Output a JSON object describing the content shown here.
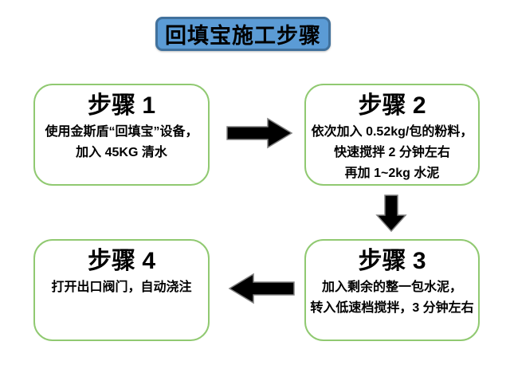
{
  "title": {
    "label": "回填宝施工步骤"
  },
  "steps": [
    {
      "title": "步骤 1",
      "lines": [
        "使用金斯盾“回填宝”设备，",
        "加入 45KG 清水"
      ]
    },
    {
      "title": "步骤 2",
      "lines": [
        "依次加入 0.52kg/包的粉料，",
        "快速搅拌 2 分钟左右",
        "再加 1~2kg 水泥"
      ]
    },
    {
      "title": "步骤 3",
      "lines": [
        "加入剩余的整一包水泥，",
        "转入低速档搅拌，3 分钟左右"
      ]
    },
    {
      "title": "步骤 4",
      "lines": [
        "打开出口阀门，自动浇注"
      ]
    }
  ],
  "arrows": [
    {
      "name": "step1-to-step2",
      "direction": "right"
    },
    {
      "name": "step2-to-step3",
      "direction": "down"
    },
    {
      "name": "step3-to-step4",
      "direction": "left"
    }
  ],
  "colors": {
    "background": "#FFFFFF",
    "text": "#000000",
    "title_fill": "#5B9BD5",
    "title_border": "#41719C",
    "step_border": "#90C971",
    "arrow_fill": "#000000",
    "arrow_outline": "#808080"
  }
}
